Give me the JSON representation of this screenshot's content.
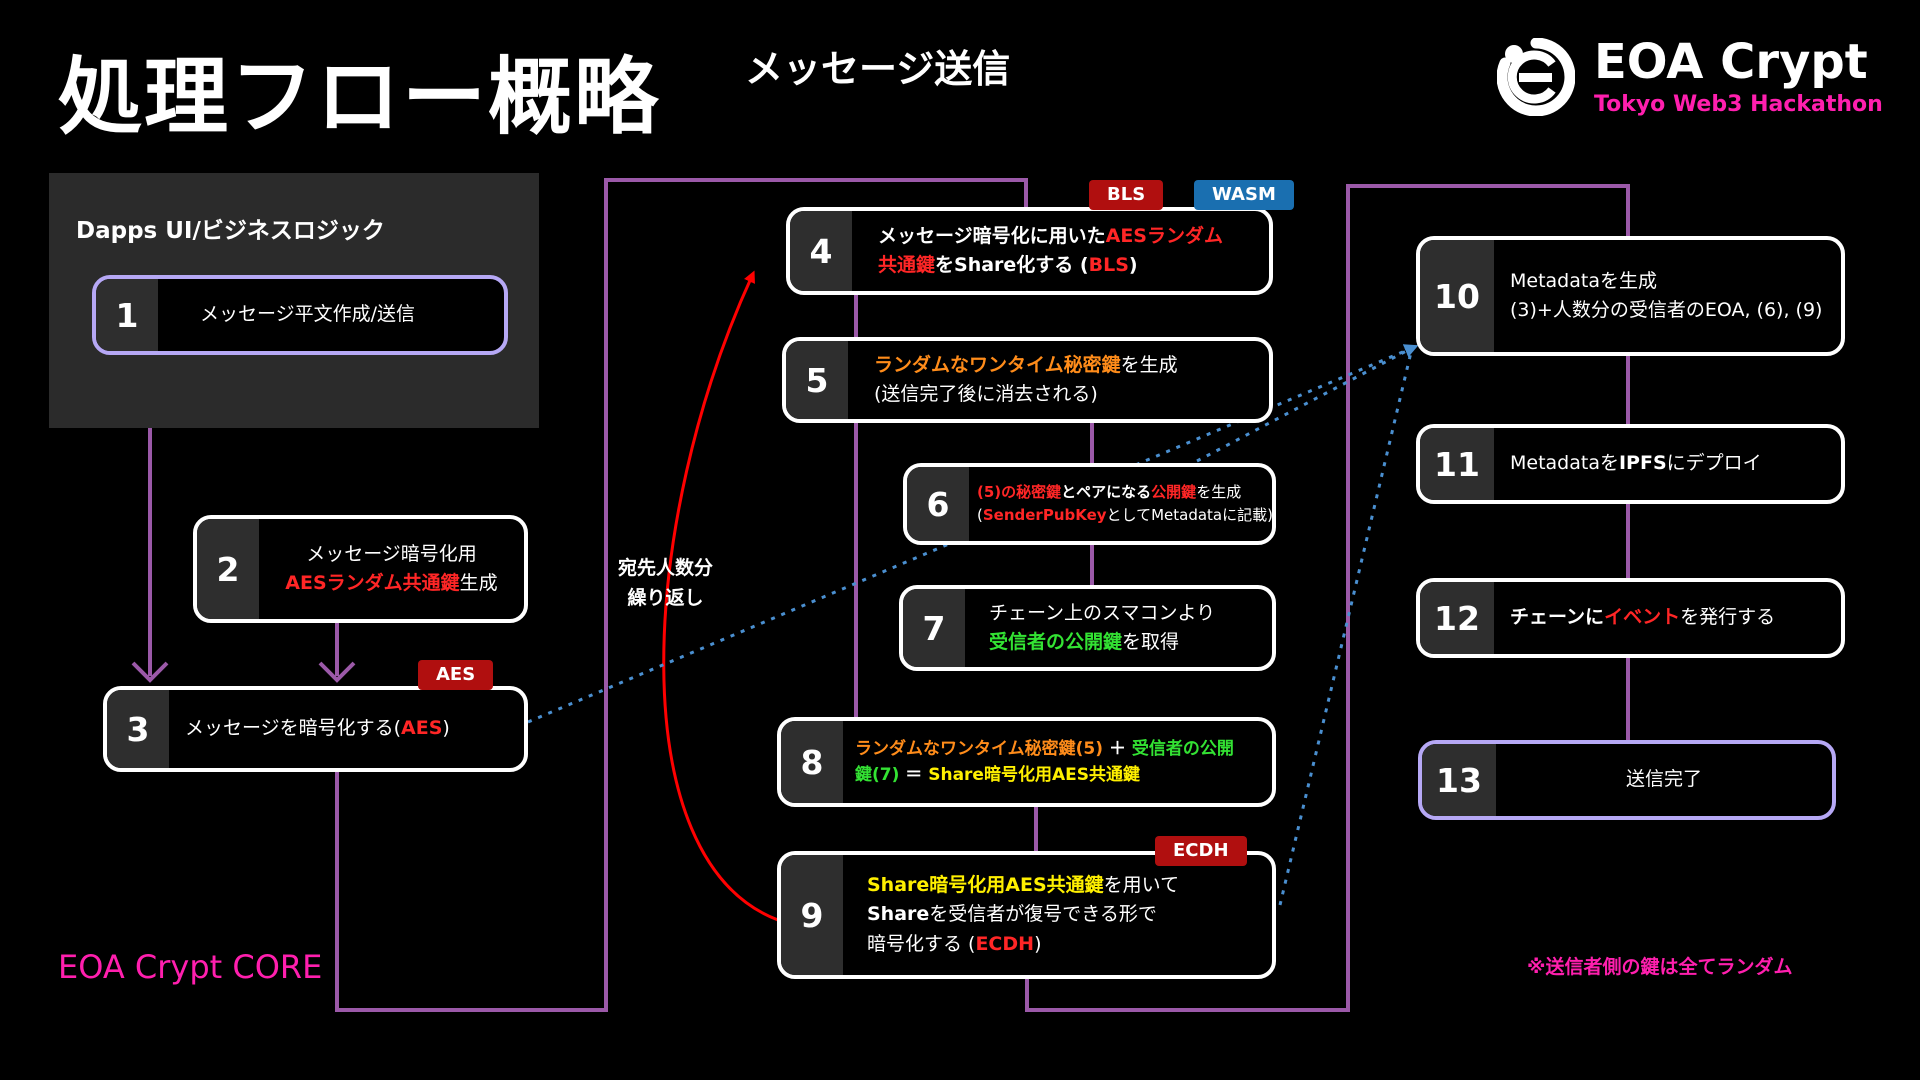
{
  "header": {
    "title": "処理フロー概略",
    "subtitle": "メッセージ送信",
    "logo_name": "EOA Crypt",
    "logo_subtitle": "Tokyo Web3 Hackathon"
  },
  "ui_panel": {
    "title": "Dapps UI/ビジネスロジック"
  },
  "steps": [
    {
      "num": "1",
      "lines": [
        [
          {
            "t": "メッセージ平文作成/送信"
          }
        ]
      ]
    },
    {
      "num": "2",
      "lines": [
        [
          {
            "t": "メッセージ暗号化用"
          }
        ],
        [
          {
            "t": "AESランダム共通鍵",
            "c": "red"
          },
          {
            "t": "生成"
          }
        ]
      ]
    },
    {
      "num": "3",
      "lines": [
        [
          {
            "t": "メッセージを暗号化する("
          },
          {
            "t": "AES",
            "c": "red"
          },
          {
            "t": ")"
          }
        ]
      ]
    },
    {
      "num": "4",
      "lines": [
        [
          {
            "t": "メッセージ暗号化に用いた",
            "c": "b"
          },
          {
            "t": "AESランダム",
            "c": "red"
          }
        ],
        [
          {
            "t": "共通鍵",
            "c": "red"
          },
          {
            "t": "をShare化する (",
            "c": "b"
          },
          {
            "t": "BLS",
            "c": "red"
          },
          {
            "t": ")",
            "c": "b"
          }
        ]
      ]
    },
    {
      "num": "5",
      "lines": [
        [
          {
            "t": "ランダムなワンタイム秘密鍵",
            "c": "orange"
          },
          {
            "t": "を生成"
          }
        ],
        [
          {
            "t": "(送信完了後に消去される)"
          }
        ]
      ]
    },
    {
      "num": "6",
      "lines": [
        [
          {
            "t": "(5)の秘密鍵",
            "c": "red"
          },
          {
            "t": "とペアになる",
            "c": "b"
          },
          {
            "t": "公開鍵",
            "c": "red"
          },
          {
            "t": "を生成"
          }
        ],
        [
          {
            "t": "("
          },
          {
            "t": "SenderPubKey",
            "c": "red"
          },
          {
            "t": "としてMetadataに記載)"
          }
        ]
      ]
    },
    {
      "num": "7",
      "lines": [
        [
          {
            "t": "チェーン上のスマコンより"
          }
        ],
        [
          {
            "t": "受信者の公開鍵",
            "c": "green"
          },
          {
            "t": "を取得"
          }
        ]
      ]
    },
    {
      "num": "8",
      "lines": [
        [
          {
            "t": "ランダムなワンタイム秘密鍵(5)",
            "c": "orange"
          },
          {
            "t": " ＋ ",
            "c": "b"
          },
          {
            "t": "受信者の公開",
            "c": "green"
          }
        ],
        [
          {
            "t": "鍵(7)",
            "c": "green"
          },
          {
            "t": " ＝ ",
            "c": "b"
          },
          {
            "t": "Share暗号化用AES共通鍵",
            "c": "yellow"
          }
        ]
      ]
    },
    {
      "num": "9",
      "lines": [
        [
          {
            "t": "Share暗号化用AES共通鍵",
            "c": "yellow"
          },
          {
            "t": "を用いて"
          }
        ],
        [
          {
            "t": "Share",
            "c": "b"
          },
          {
            "t": "を受信者が復号できる形で"
          }
        ],
        [
          {
            "t": "暗号化する ("
          },
          {
            "t": "ECDH",
            "c": "red"
          },
          {
            "t": ")"
          }
        ]
      ]
    },
    {
      "num": "10",
      "lines": [
        [
          {
            "t": "Metadataを生成"
          }
        ],
        [
          {
            "t": " (3)+人数分の受信者のEOA, (6),  (9)"
          }
        ]
      ]
    },
    {
      "num": "11",
      "lines": [
        [
          {
            "t": "Metadataを"
          },
          {
            "t": "IPFS",
            "c": "b"
          },
          {
            "t": "にデプロイ"
          }
        ]
      ]
    },
    {
      "num": "12",
      "lines": [
        [
          {
            "t": "チェーンに",
            "c": "b"
          },
          {
            "t": "イベント",
            "c": "red"
          },
          {
            "t": "を発行する"
          }
        ]
      ]
    },
    {
      "num": "13",
      "lines": [
        [
          {
            "t": "送信完了"
          }
        ]
      ]
    }
  ],
  "tags": {
    "bls": "BLS",
    "wasm": "WASM",
    "aes": "AES",
    "ecdh": "ECDH"
  },
  "loop_label": {
    "line1": "宛先人数分",
    "line2": "繰り返し"
  },
  "core_label": "EOA Crypt CORE",
  "note": "※送信者側の鍵は全てランダム",
  "colors": {
    "background": "#000000",
    "connector_purple": "#9b59a8",
    "arrow_red": "#ff0000",
    "dotted_blue": "#4a8fd0",
    "accent_pink": "#ff1fae",
    "tag_red": "#b00f0f",
    "tag_blue": "#1a6fb0",
    "step_border_white": "#ffffff",
    "step_border_purple": "#b6a8f5"
  },
  "icons": {
    "logo": "eoa-crypt-logo-icon"
  }
}
